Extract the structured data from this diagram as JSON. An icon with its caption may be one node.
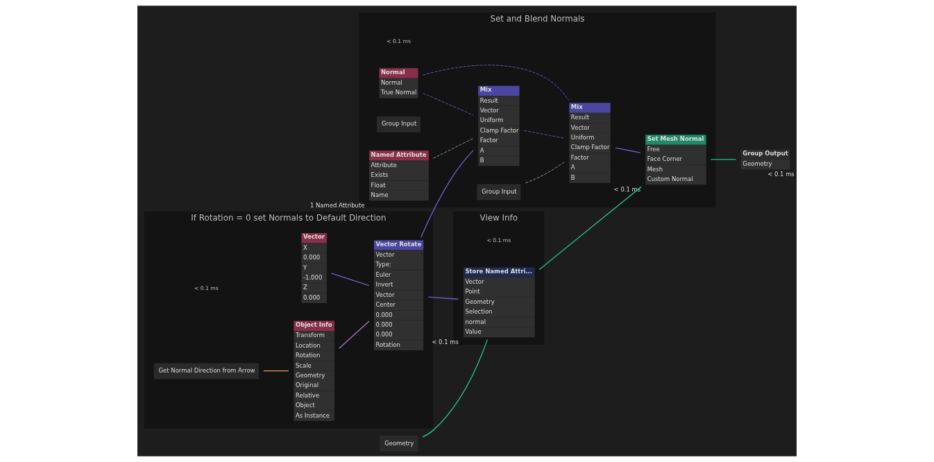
{
  "diagram": {
    "nodes": [
      {
        "text": [
          "View Info"
        ],
        "beside": [
          "< 0.1 ms"
        ]
      },
      {
        "text": [
          "Store Named Attri...",
          "Vector",
          "Point",
          "Geometry",
          "Selection",
          "normal",
          "Value"
        ],
        "in": 0,
        "beside": [
          "< 0.1 ms"
        ]
      },
      {
        "text": [
          "Geometry"
        ]
      },
      {
        "text": [
          "If Rotation = 0 set Normals to Default Direction"
        ],
        "beside": [
          "< 0.1 ms"
        ]
      },
      {
        "text": [
          "Vector",
          "X",
          "0.000",
          "Y",
          "-1.000",
          "Z",
          "0.000"
        ],
        "in": 3
      },
      {
        "text": [
          "Object Info",
          "Transform",
          "Location",
          "Rotation",
          "Scale",
          "Geometry",
          "Original",
          "Relative",
          "Object",
          "As Instance"
        ],
        "in": 3
      },
      {
        "text": [
          "Get Normal Direction from Arrow"
        ],
        "in": 3
      },
      {
        "text": [
          "Vector Rotate",
          "Vector",
          "Type:",
          "Euler",
          "Invert",
          "Vector",
          "Center",
          "0.000",
          "0.000",
          "0.000",
          "Rotation"
        ],
        "in": 3
      },
      {
        "text": [
          "Set and Blend Normals"
        ],
        "beside": [
          "< 0.1 ms"
        ]
      },
      {
        "text": [
          "Normal",
          "Normal",
          "True Normal"
        ],
        "in": 8
      },
      {
        "text": [
          "Group Input"
        ],
        "in": 8
      },
      {
        "text": [
          "Named Attribute",
          "Attribute",
          "Exists",
          "Float",
          "Name"
        ],
        "in": 8,
        "beside": [
          "1 Named Attribute"
        ]
      },
      {
        "text": [
          "Mix",
          "Result",
          "Vector",
          "Uniform",
          "Clamp Factor",
          "Factor",
          "A",
          "B"
        ],
        "in": 8
      },
      {
        "text": [
          "Group Input"
        ],
        "in": 8
      },
      {
        "text": [
          "Mix",
          "Result",
          "Vector",
          "Uniform",
          "Clamp Factor",
          "Factor",
          "A",
          "B"
        ],
        "in": 8
      },
      {
        "text": [
          "Set Mesh Normal",
          "Free",
          "Face Corner",
          "Mesh",
          "Custom Normal"
        ],
        "in": 8,
        "beside": [
          "< 0.1 ms"
        ]
      },
      {
        "text": [
          "Group Output",
          "Geometry"
        ],
        "beside": [
          "< 0.1 ms"
        ]
      }
    ],
    "edges": [
      {
        "from": 2,
        "to": 1,
        "arrow": "none",
        "color": "#1fc08c"
      },
      {
        "from": 4,
        "to": 7,
        "arrow": "none"
      },
      {
        "from": 6,
        "to": 5,
        "arrow": "none",
        "color": "#e0a060"
      },
      {
        "from": 5,
        "to": 7,
        "arrow": "none",
        "color": "#b070d0"
      },
      {
        "from": 7,
        "to": 1,
        "arrow": "none"
      },
      {
        "from": 7,
        "to": 12,
        "arrow": "none"
      },
      {
        "from": 9,
        "to": 12,
        "arrow": "none",
        "style": "dashed"
      },
      {
        "from": 9,
        "to": 14,
        "arrow": "none",
        "style": "dashed"
      },
      {
        "from": 11,
        "to": 12,
        "arrow": "none",
        "style": "dashed",
        "color": "#a0a0a0"
      },
      {
        "from": 12,
        "to": 14,
        "arrow": "none",
        "style": "dashed"
      },
      {
        "from": 13,
        "to": 14,
        "arrow": "none",
        "style": "dashed",
        "color": "#a0a0a0"
      },
      {
        "from": 14,
        "to": 15,
        "arrow": "none"
      },
      {
        "from": 1,
        "to": 15,
        "arrow": "none",
        "color": "#1fc08c"
      },
      {
        "from": 15,
        "to": 16,
        "arrow": "none",
        "color": "#1fc08c"
      }
    ]
  }
}
